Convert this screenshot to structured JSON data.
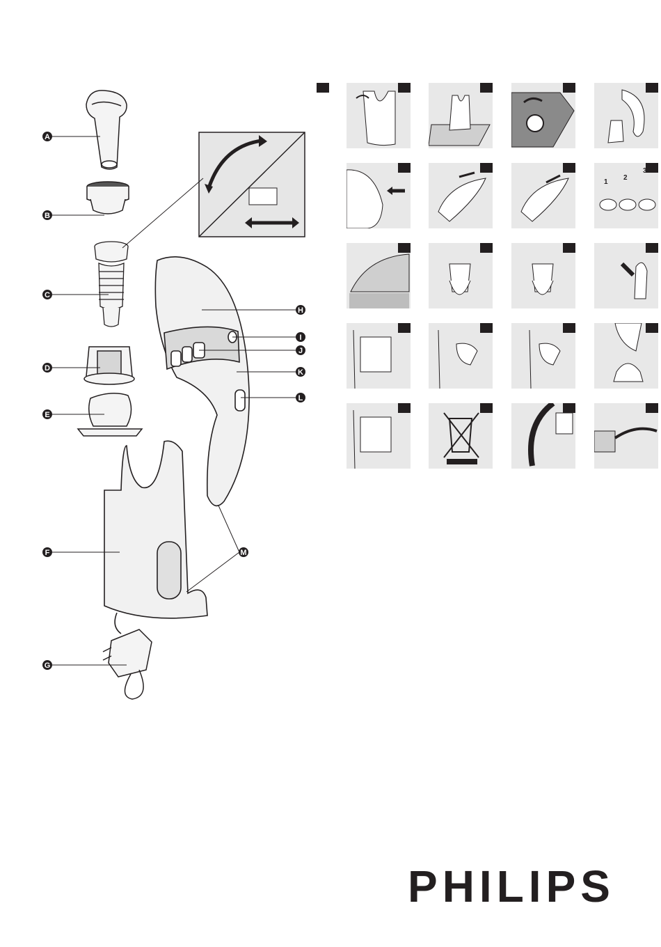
{
  "part_labels": [
    "A",
    "B",
    "C",
    "D",
    "E",
    "F",
    "G",
    "H",
    "I",
    "J",
    "K",
    "L",
    "M"
  ],
  "step_panels": [
    {
      "icon": "stand-wall-mount"
    },
    {
      "icon": "stand-on-floor"
    },
    {
      "icon": "wall-screw"
    },
    {
      "icon": "place-appliance-in-stand"
    },
    {
      "icon": "press-switch"
    },
    {
      "icon": "remove-nozzle"
    },
    {
      "icon": "attach-nozzle"
    },
    {
      "icon": "accessory-positions-1-2-3"
    },
    {
      "icon": "open-dust-container"
    },
    {
      "icon": "lift-filter-out"
    },
    {
      "icon": "insert-filter"
    },
    {
      "icon": "accessory-in-stand"
    },
    {
      "icon": "unlock-filter"
    },
    {
      "icon": "pull-filter-bag"
    },
    {
      "icon": "remove-filter-bag"
    },
    {
      "icon": "clean-filter-bag"
    },
    {
      "icon": "reattach-filter"
    },
    {
      "icon": "crossed-out-bin"
    },
    {
      "icon": "battery-removal"
    },
    {
      "icon": "battery-cut-wires"
    }
  ],
  "step_digits": [
    "1",
    "2",
    "3"
  ],
  "brand": {
    "name": "PHILIPS"
  },
  "colors": {
    "ink": "#231f20",
    "panel": "#e8e8e8",
    "paper": "#ffffff"
  }
}
